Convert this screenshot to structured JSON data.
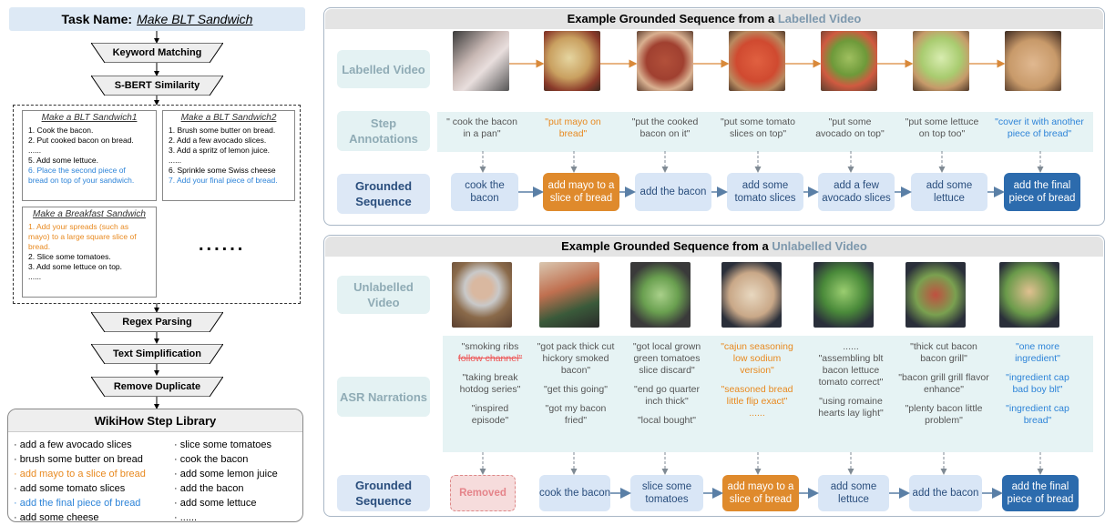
{
  "left": {
    "task_label": "Task Name:",
    "task_name": "Make BLT Sandwich",
    "step_keyword": "Keyword Matching",
    "step_sbert": "S-BERT Similarity",
    "card1": {
      "title": "Make a BLT Sandwich1",
      "lines": [
        "1. Cook the bacon.",
        "2. Put cooked bacon on bread.",
        "......",
        "5. Add some lettuce."
      ],
      "blue_lines": [
        "6. Place the second piece of",
        "bread on top of your sandwich."
      ]
    },
    "card2": {
      "title": "Make a BLT Sandwich2",
      "lines": [
        "1. Brush some butter on bread.",
        "2. Add a few avocado slices.",
        "3. Add a spritz of lemon juice.",
        "......",
        "6. Sprinkle some Swiss cheese"
      ],
      "blue_lines": [
        "7. Add your final piece of bread."
      ]
    },
    "card3": {
      "title": "Make a Breakfast Sandwich",
      "orange_lines": [
        "1. Add your spreads (such as",
        "mayo) to a large square slice of",
        "bread."
      ],
      "lines": [
        "2. Slice some tomatoes.",
        "3. Add some lettuce on top.",
        "......"
      ]
    },
    "more_dots": "......",
    "step_regex": "Regex Parsing",
    "step_text": "Text Simplification",
    "step_dup": "Remove Duplicate",
    "library": {
      "title": "WikiHow Step Library",
      "col1": [
        "· add a few avocado slices",
        "· brush some butter on bread",
        "· add mayo to a slice of bread",
        "· add some tomato slices",
        "· add the final piece of bread",
        "· add some cheese"
      ],
      "col2": [
        "· slice some tomatoes",
        "· cook the bacon",
        "· add some lemon juice",
        "· add the bacon",
        "· add some lettuce",
        "· ......"
      ]
    }
  },
  "top_panel": {
    "title_prefix": "Example Grounded Sequence from a",
    "title_highlight": "Labelled Video",
    "row1_label": "Labelled Video",
    "row2_label": "Step Annotations",
    "row3_label": "Grounded Sequence",
    "annotations": [
      "\" cook the bacon in a pan\"",
      "\"put mayo on bread\"",
      "\"put the cooked bacon on it\"",
      "\"put some tomato slices on top\"",
      "\"put some avocado on top\"",
      "\"put some lettuce on top too\"",
      "\"cover it with another piece of bread\""
    ],
    "steps": [
      "cook the bacon",
      "add mayo to a slice of bread",
      "add the bacon",
      "add some tomato slices",
      "add a few avocado slices",
      "add some lettuce",
      "add the final piece of bread"
    ]
  },
  "bottom_panel": {
    "title_prefix": "Example Grounded Sequence from a",
    "title_highlight": "Unlabelled Video",
    "row1_label": "Unlabelled Video",
    "row2_label": "ASR Narrations",
    "row3_label": "Grounded Sequence",
    "narrations": [
      [
        "\"smoking ribs",
        "follow channel\"",
        "\"taking break hotdog series\"",
        "\"inspired episode\""
      ],
      [
        "\"got pack thick cut hickory smoked bacon\"",
        "\"get this going\"",
        "\"got my bacon fried\""
      ],
      [
        "\"got local grown green tomatoes slice discard\"",
        "\"end go quarter inch thick\"",
        "\"local bought\""
      ],
      [
        "\"cajun seasoning low sodium version\"",
        "\"seasoned bread little flip exact\"",
        "......"
      ],
      [
        "......",
        "\"assembling blt bacon lettuce tomato correct\"",
        "\"using romaine hearts lay light\""
      ],
      [
        "\"thick cut bacon bacon grill\"",
        "\"bacon grill grill flavor enhance\"",
        "\"plenty bacon little problem\""
      ],
      [
        "\"one more ingredient\"",
        "\"ingredient cap bad boy blt\"",
        "\"ingredient cap bread\""
      ]
    ],
    "steps": [
      "Removed",
      "cook the bacon",
      "slice some tomatoes",
      "add mayo to a slice of bread",
      "add some lettuce",
      "add the bacon",
      "add the final piece of bread"
    ]
  }
}
